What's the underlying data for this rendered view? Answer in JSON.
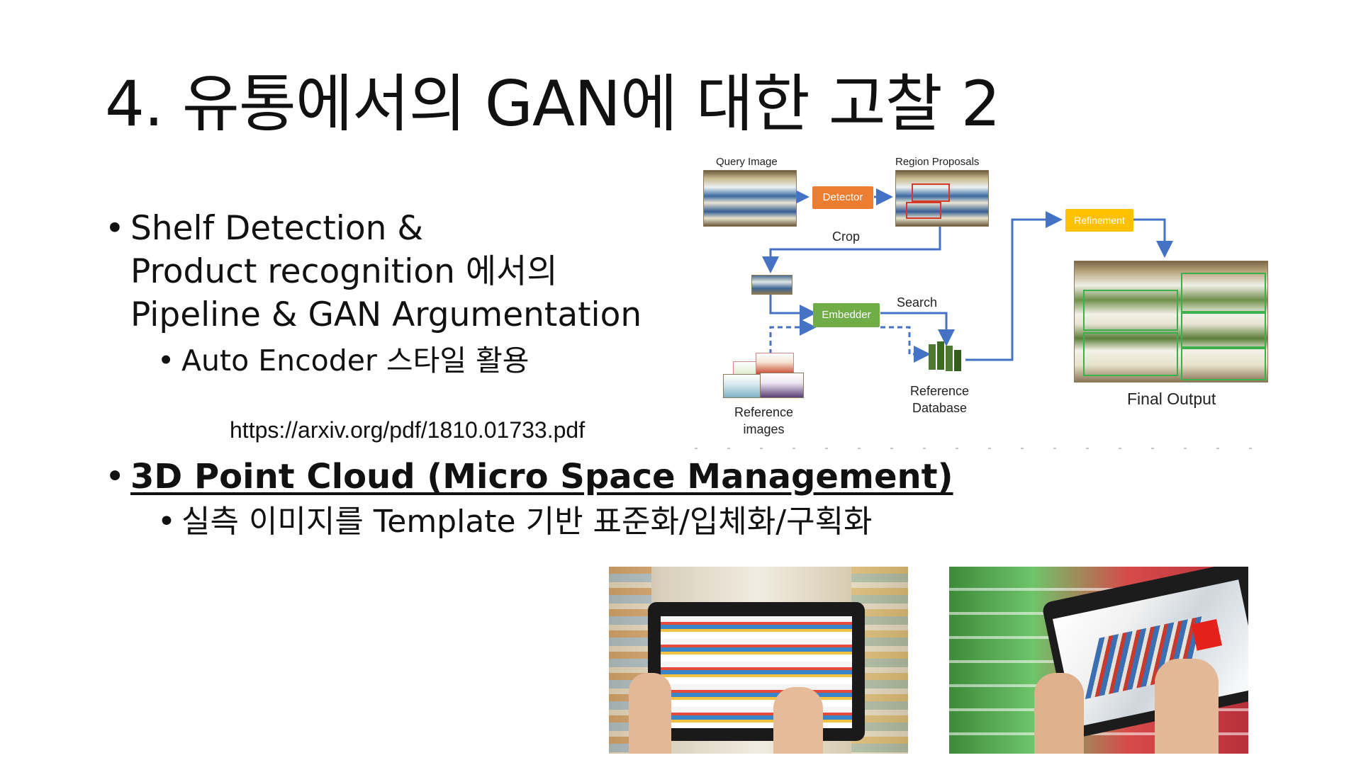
{
  "slide": {
    "title": "4. 유통에서의 GAN에 대한 고찰 2",
    "bullet1": {
      "line1": "Shelf Detection &",
      "line2": "Product recognition 에서의",
      "line3": "Pipeline & GAN Argumentation",
      "sub": "Auto Encoder 스타일 활용"
    },
    "url": "https://arxiv.org/pdf/1810.01733.pdf",
    "bullet2": {
      "heading": "3D Point Cloud (Micro Space Management)",
      "sub": "실측 이미지를 Template 기반 표준화/입체화/구획화"
    },
    "bullet_glyph": "•"
  },
  "diagram": {
    "query_image": "Query Image",
    "region_proposals": "Region Proposals",
    "detector": "Detector",
    "crop": "Crop",
    "embedder": "Embedder",
    "search": "Search",
    "refinement": "Refinement",
    "reference_images": "Reference\nimages",
    "reference_database": "Reference\nDatabase",
    "final_output": "Final Output",
    "colors": {
      "arrow": "#4472c4",
      "detector": "#ed7d31",
      "embedder": "#70ad47",
      "refinement": "#ffc000",
      "detection_box": "#3cb04a"
    }
  },
  "photos": {
    "left": "tablet-shelf-planogram-photo",
    "right": "tablet-3d-shelf-photo"
  }
}
